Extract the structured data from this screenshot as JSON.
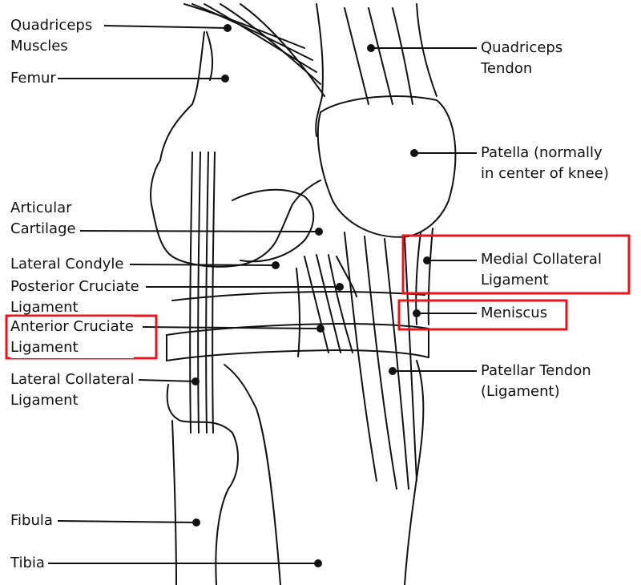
{
  "labels": {
    "quadriceps_muscles": [
      "Quadriceps",
      "Muscles"
    ],
    "femur": "Femur",
    "articular_cartilage": [
      "Articular",
      "Cartilage"
    ],
    "lateral_condyle": "Lateral Condyle",
    "posterior_cruciate": [
      "Posterior Cruciate",
      "Ligament"
    ],
    "anterior_cruciate": [
      "Anterior Cruciate",
      "Ligament"
    ],
    "lateral_collateral": [
      "Lateral Collateral",
      "Ligament"
    ],
    "fibula": "Fibula",
    "tibia": "Tibia",
    "quadriceps_tendon": [
      "Quadriceps",
      "Tendon"
    ],
    "patella": [
      "Patella (normally",
      "in center of knee)"
    ],
    "medial_collateral": [
      "Medial Collateral",
      "Ligament"
    ],
    "meniscus": "Meniscus",
    "patellar_tendon": [
      "Patellar Tendon",
      "(Ligament)"
    ]
  },
  "highlights": [
    "anterior_cruciate",
    "medial_collateral",
    "meniscus"
  ],
  "colors": {
    "highlight": "#e8141b",
    "line": "#111111"
  }
}
